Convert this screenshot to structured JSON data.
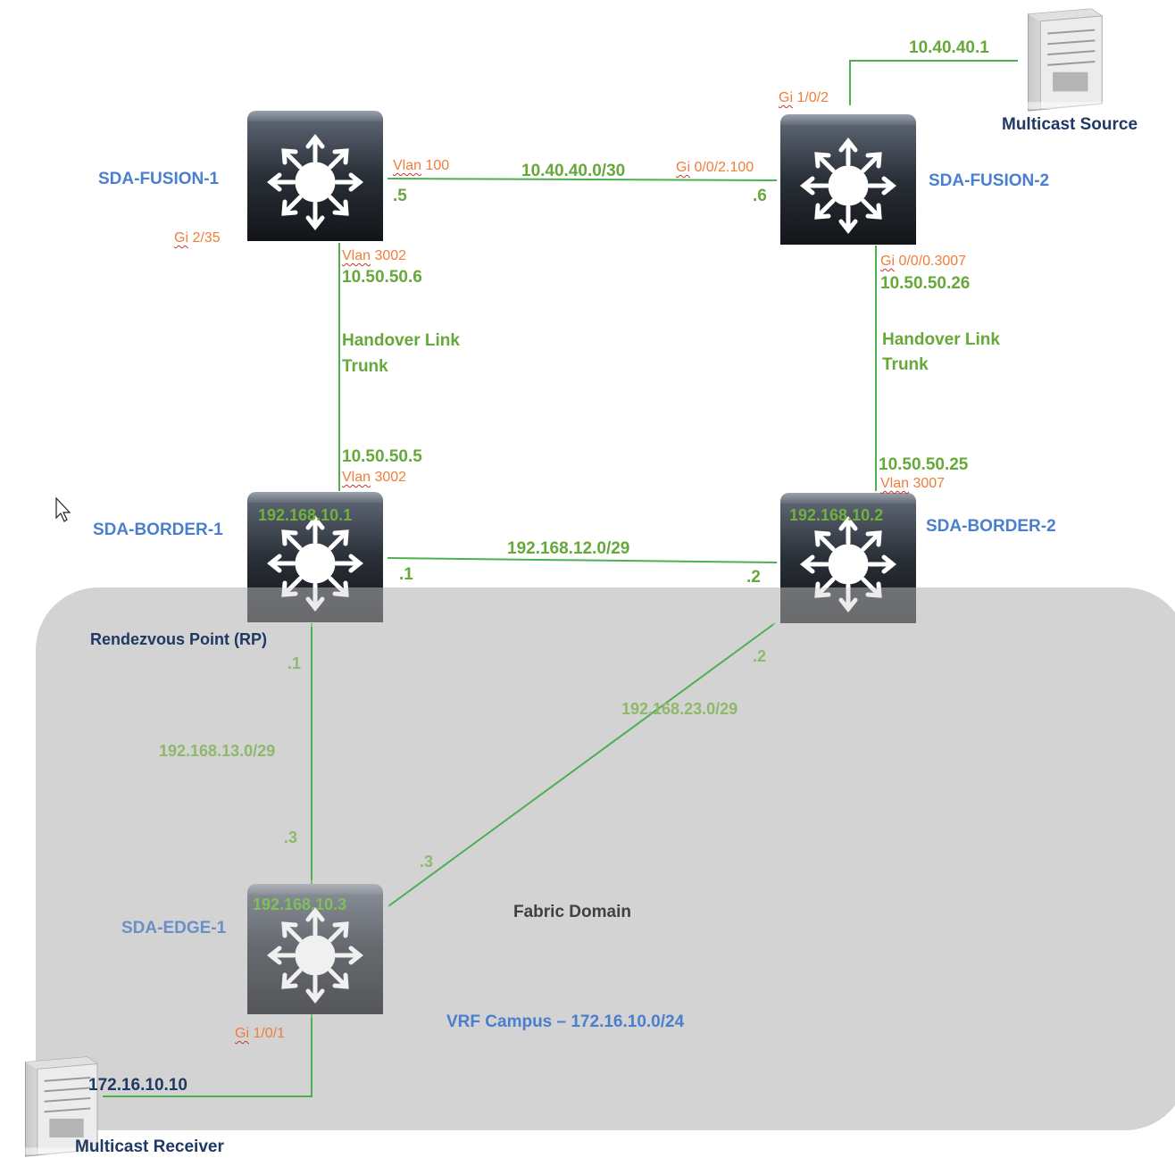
{
  "devices": {
    "fusion1": {
      "name": "SDA-FUSION-1"
    },
    "fusion2": {
      "name": "SDA-FUSION-2"
    },
    "border1": {
      "name": "SDA-BORDER-1",
      "loopback": "192.168.10.1",
      "role": "Rendezvous Point (RP)"
    },
    "border2": {
      "name": "SDA-BORDER-2",
      "loopback": "192.168.10.2"
    },
    "edge1": {
      "name": "SDA-EDGE-1",
      "loopback": "192.168.10.3"
    },
    "source": {
      "name": "Multicast Source",
      "ip": "10.40.40.1"
    },
    "receiver": {
      "name": "Multicast Receiver",
      "ip": "172.16.10.10"
    }
  },
  "links": {
    "fusion_link": {
      "subnet": "10.40.40.0/30",
      "f1_host": ".5",
      "f2_host": ".6",
      "f1_intf_prefix": "Vlan",
      "f1_intf_num": "100",
      "f2_intf_prefix": "Gi",
      "f2_intf_num": "0/0/2.100"
    },
    "source_link": {
      "intf_prefix": "Gi",
      "intf_num": "1/0/2"
    },
    "fusion1_extra_intf": {
      "prefix": "Gi",
      "num": "2/35"
    },
    "handover1": {
      "top_intf_prefix": "Vlan",
      "top_intf_num": "3002",
      "top_ip": "10.50.50.6",
      "line1": "Handover Link",
      "line2": "Trunk",
      "bottom_ip": "10.50.50.5",
      "bottom_intf_prefix": "Vlan",
      "bottom_intf_num": "3002"
    },
    "handover2": {
      "top_intf_prefix": "Gi",
      "top_intf_num": "0/0/0.3007",
      "top_ip": "10.50.50.26",
      "line1": "Handover Link",
      "line2": "Trunk",
      "bottom_ip": "10.50.50.25",
      "bottom_intf_prefix": "Vlan",
      "bottom_intf_num": "3007"
    },
    "border_link": {
      "subnet": "192.168.12.0/29",
      "b1_host": ".1",
      "b2_host": ".2"
    },
    "b1_edge": {
      "subnet": "192.168.13.0/29",
      "b1_host": ".1",
      "edge_host": ".3"
    },
    "b2_edge": {
      "subnet": "192.168.23.0/29",
      "b2_host": ".2",
      "edge_host": ".3"
    },
    "receiver_link": {
      "intf_prefix": "Gi",
      "intf_num": "1/0/1"
    }
  },
  "fabric": {
    "label": "Fabric Domain",
    "vrf": "VRF Campus – 172.16.10.0/24"
  },
  "icons": [
    "switch-icon",
    "server-icon",
    "mouse-cursor-icon"
  ],
  "colors": {
    "fabric_fill": "#d3d3d3",
    "link_green": "#4caf50",
    "label_blue": "#4a7fd0",
    "intf_orange": "#f07d3a"
  }
}
